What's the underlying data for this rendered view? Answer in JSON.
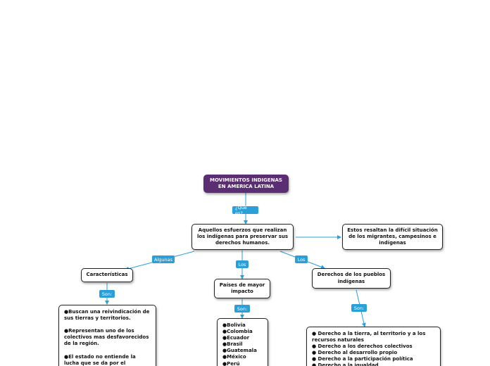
{
  "root": {
    "title": "MOVIMIENTOS INDIGENAS\nEN AMERICA LATINA"
  },
  "links": {
    "que_es": "¿Qué es?",
    "algunas": "Algunas",
    "los_1": "Los",
    "los_2": "Los",
    "son_1": "Son:",
    "son_2": "Son:",
    "son_3": "Son:"
  },
  "nodes": {
    "definition": "Aquellos esfuerzos que realizan los indígenas para preservar sus derechos humanos.",
    "situation": "Estos resaltan la difícil situación de los migrantes, campesinos e indígenas",
    "characteristics": "Características",
    "countries": "Países de mayor impacto",
    "rights": "Derechos de los pueblos indígenas",
    "characteristics_list": "●Buscan una reivindicación de sus tierras y territorios.\n\n●Representan uno de los colectivos mas desfavorecidos de la región.\n\n●El estado no entiende la lucha que se da por el territorio propio.",
    "countries_list": "●Bolivia\n●Colombia\n●Ecuador\n●Brasil\n●Guatemala\n●México\n●Perú\n●Paraguay",
    "rights_list": "● Derecho a la tierra, al territorio y a los recursos naturales\n● Derecho a los derechos colectivos\n● Derecho al desarrollo propio\n● Derecho a la participación política\n● Derecho a la igualdad"
  },
  "colors": {
    "root_bg": "#5b2d72",
    "tag_bg": "#2a9fd8",
    "connector": "#2a9fd8"
  }
}
